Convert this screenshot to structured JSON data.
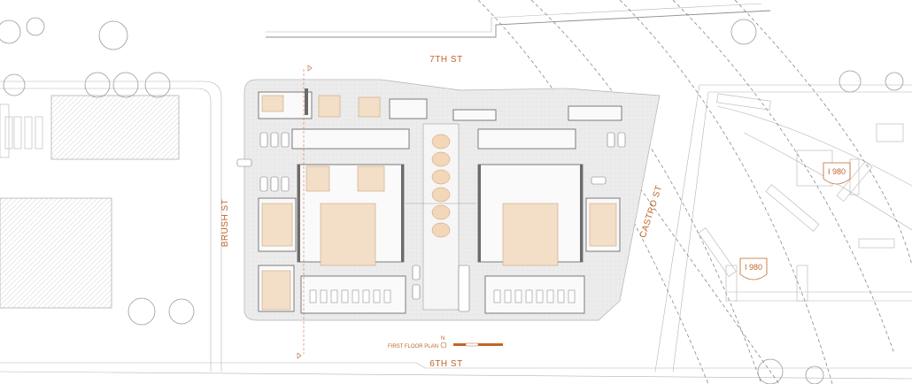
{
  "streets": {
    "seventh": "7TH ST",
    "sixth": "6TH ST",
    "brush": "BRUSH ST",
    "castro": "CASTRO ST"
  },
  "highway": {
    "shield_top": "I 980",
    "shield_bottom": "I 980"
  },
  "legend": {
    "title": "FIRST FLOOR PLAN",
    "north": "N"
  },
  "colors": {
    "accent": "#c0652a",
    "courtyard": "#f3dfc8",
    "site": "#ececec"
  }
}
